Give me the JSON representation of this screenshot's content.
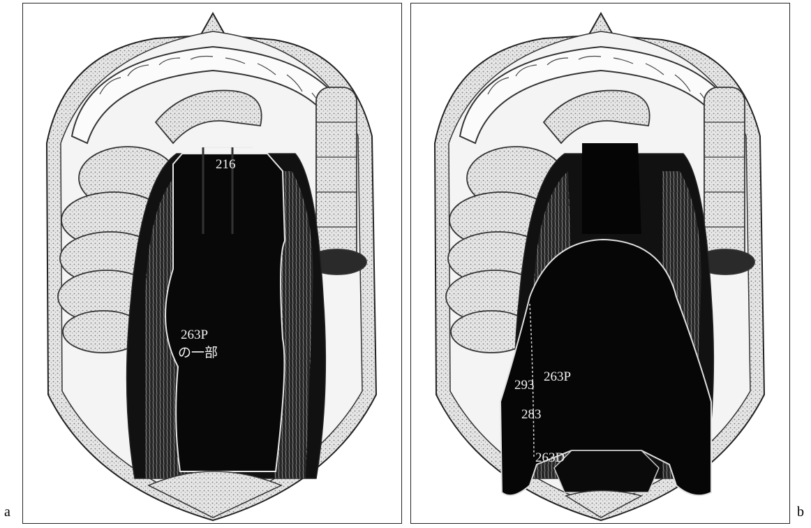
{
  "panels": [
    {
      "letter": "a",
      "labels": {
        "l216": "216",
        "l263p": "263P",
        "l263p_sub": "の一部"
      }
    },
    {
      "letter": "b",
      "labels": {
        "l293": "293",
        "l263p": "263P",
        "l283": "283",
        "l263d": "263D"
      }
    }
  ],
  "colors": {
    "outline": "#222222",
    "tissue": "#d9d9d9",
    "dark_cavity": "#0b0b0b",
    "label_text": "#f2f2f2"
  }
}
